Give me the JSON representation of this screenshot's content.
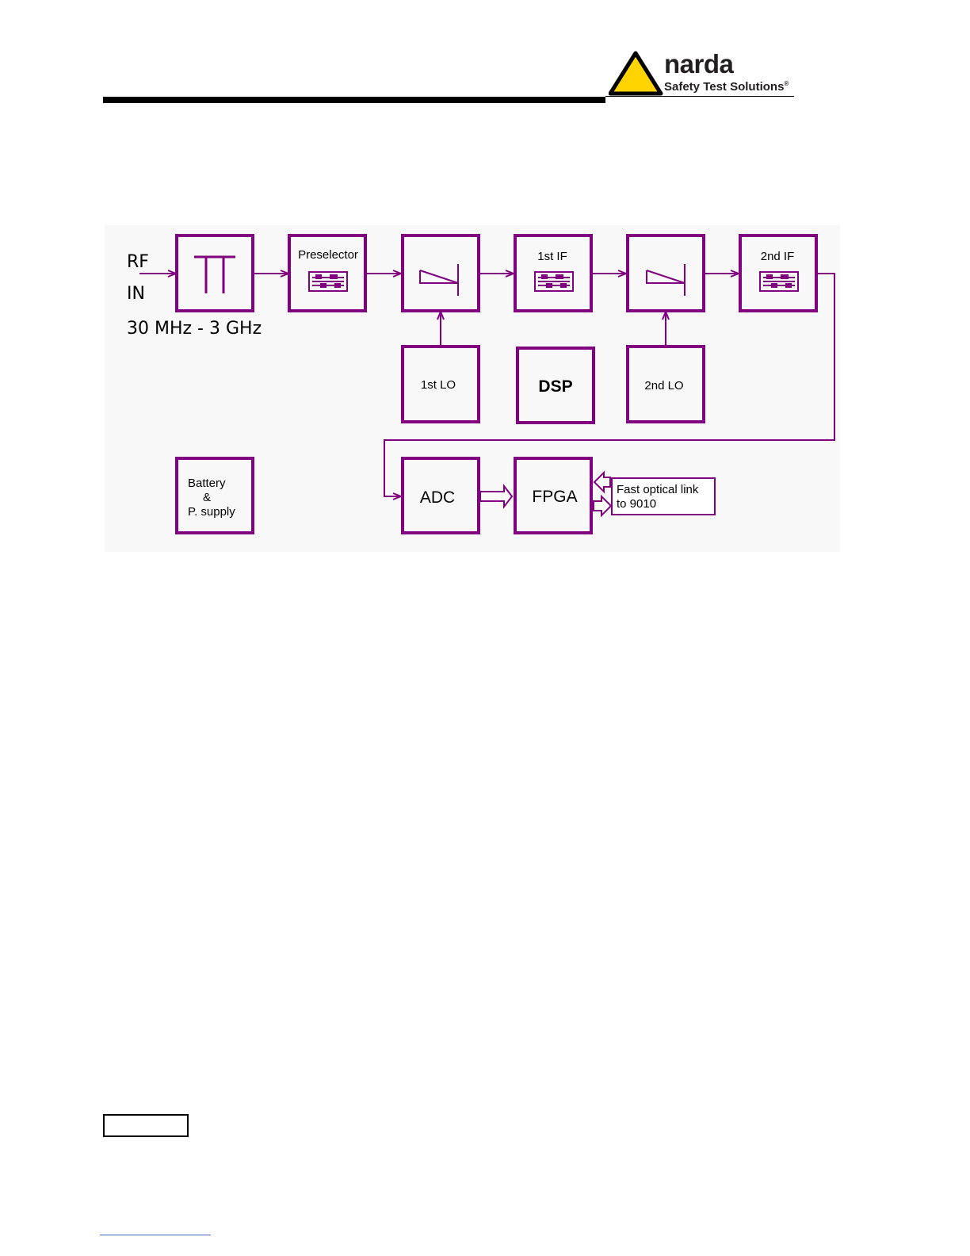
{
  "logo": {
    "brand": "narda",
    "tagline": "Safety Test Solutions",
    "registered": "®",
    "triangle_fill": "#ffd400",
    "triangle_stroke": "#000000"
  },
  "diagram": {
    "input": {
      "line1": "RF",
      "line2": "IN",
      "range": "30 MHz - 3 GHz"
    },
    "blocks": {
      "input_filter": {
        "label": "",
        "icon": "pi-attenuator-icon"
      },
      "preselector": {
        "label": "Preselector",
        "icon": "filter-icon"
      },
      "mixer1": {
        "label": "",
        "icon": "mixer-icon"
      },
      "if1": {
        "label": "1st IF",
        "icon": "filter-icon"
      },
      "mixer2": {
        "label": "",
        "icon": "mixer-icon"
      },
      "if2": {
        "label": "2nd IF",
        "icon": "filter-icon"
      },
      "lo1": {
        "label": "1st LO"
      },
      "dsp": {
        "label": "DSP"
      },
      "lo2": {
        "label": "2nd LO"
      },
      "adc": {
        "label": "ADC"
      },
      "fpga": {
        "label": "FPGA"
      },
      "battery": {
        "line1": "Battery",
        "line2": "&",
        "line3": "P. supply"
      },
      "optical_link": {
        "line1": "Fast optical link",
        "line2": "to 9010"
      }
    },
    "colors": {
      "block_border": "#800080",
      "line": "#800080",
      "background": "#f8f8f8",
      "text": "#000000"
    }
  }
}
